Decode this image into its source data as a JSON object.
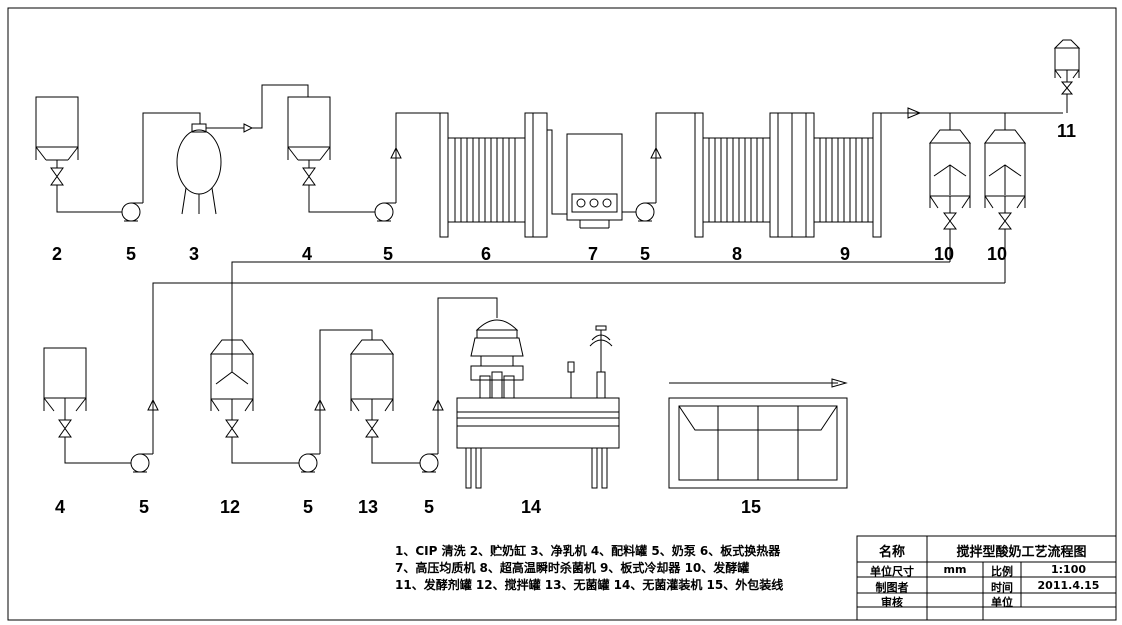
{
  "equipment_numbers": {
    "n2": "2",
    "n5a": "5",
    "n3": "3",
    "n4a": "4",
    "n5b": "5",
    "n6": "6",
    "n7": "7",
    "n5c": "5",
    "n8": "8",
    "n9": "9",
    "n10a": "10",
    "n10b": "10",
    "n11": "11",
    "n4b": "4",
    "n5d": "5",
    "n12": "12",
    "n5e": "5",
    "n13": "13",
    "n5f": "5",
    "n14": "14",
    "n15": "15"
  },
  "legend": {
    "line1": "1、CIP 清洗  2、贮奶缸  3、净乳机  4、配料罐  5、奶泵  6、板式换热器",
    "line2": "7、高压均质机  8、超高温瞬时杀菌机  9、板式冷却器  10、发酵罐",
    "line3": "11、发酵剂罐  12、搅拌罐  13、无菌罐  14、无菌灌装机  15、外包装线"
  },
  "title_block": {
    "name_label": "名称",
    "name_value": "搅拌型酸奶工艺流程图",
    "unit_size_label": "单位尺寸",
    "unit_size_value": "mm",
    "scale_label": "比例",
    "scale_value": "1:100",
    "drafter_label": "制图者",
    "drafter_value": "",
    "time_label": "时间",
    "time_value": "2011.4.15",
    "reviewer_label": "审核",
    "reviewer_value": "",
    "unit_label": "单位",
    "unit_value": ""
  }
}
